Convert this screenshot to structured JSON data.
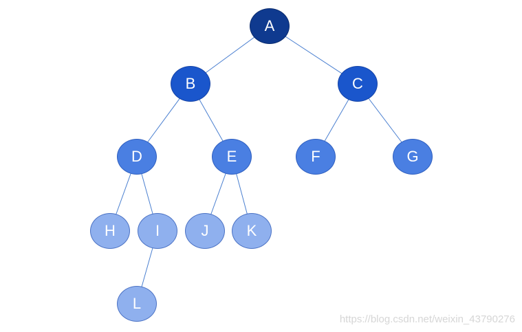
{
  "diagram": {
    "type": "binary-tree",
    "nodes": [
      {
        "id": "A",
        "label": "A",
        "level": 0
      },
      {
        "id": "B",
        "label": "B",
        "level": 1
      },
      {
        "id": "C",
        "label": "C",
        "level": 1
      },
      {
        "id": "D",
        "label": "D",
        "level": 2
      },
      {
        "id": "E",
        "label": "E",
        "level": 2
      },
      {
        "id": "F",
        "label": "F",
        "level": 2
      },
      {
        "id": "G",
        "label": "G",
        "level": 2
      },
      {
        "id": "H",
        "label": "H",
        "level": 3
      },
      {
        "id": "I",
        "label": "I",
        "level": 3
      },
      {
        "id": "J",
        "label": "J",
        "level": 3
      },
      {
        "id": "K",
        "label": "K",
        "level": 3
      },
      {
        "id": "L",
        "label": "L",
        "level": 3
      }
    ],
    "edges": [
      [
        "A",
        "B"
      ],
      [
        "A",
        "C"
      ],
      [
        "B",
        "D"
      ],
      [
        "B",
        "E"
      ],
      [
        "C",
        "F"
      ],
      [
        "C",
        "G"
      ],
      [
        "D",
        "H"
      ],
      [
        "D",
        "I"
      ],
      [
        "E",
        "J"
      ],
      [
        "E",
        "K"
      ],
      [
        "I",
        "L"
      ]
    ],
    "colors": {
      "edge": "#4a7fd0",
      "level0": "#0f3a8f",
      "level1": "#1a56cc",
      "level2": "#4a7fe2",
      "level3": "#8fb0ee"
    }
  },
  "watermark": "https://blog.csdn.net/weixin_43790276"
}
